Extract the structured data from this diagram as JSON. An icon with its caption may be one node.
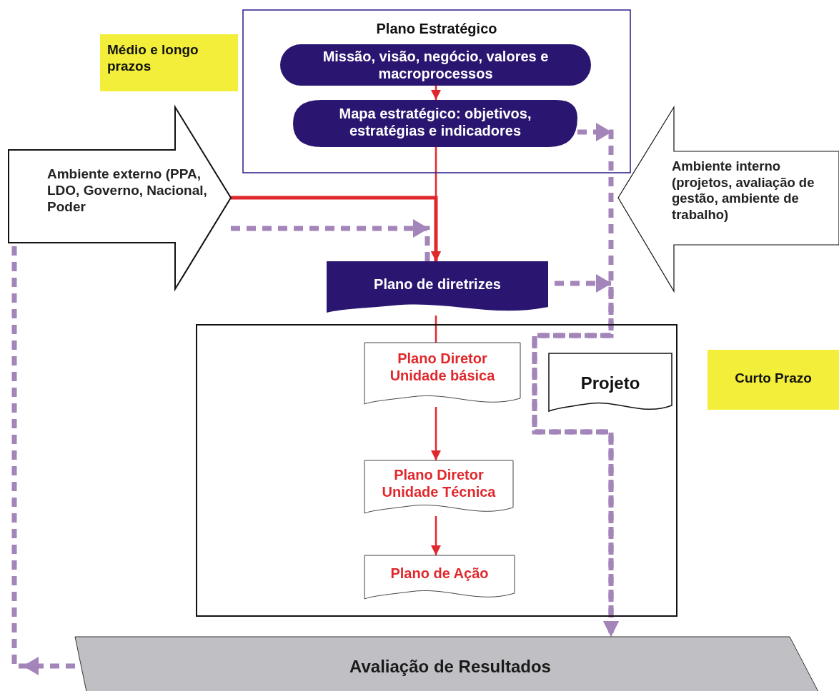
{
  "diagram": {
    "nodes": [
      {
        "text": [
          "Plano Estratégico"
        ]
      },
      {
        "text": [
          "Missão, visão, negócio, valores e macroprocessos"
        ],
        "in": 0
      },
      {
        "text": [
          "Mapa estratégico: objetivos, estratégias e indicadores"
        ],
        "in": 0
      },
      {
        "text": [
          "Médio e longo prazos"
        ]
      },
      {
        "text": [
          "Ambiente externo (PPA, LDO, Governo, Nacional, Poder"
        ]
      },
      {
        "text": [
          "Ambiente interno (projetos, avaliação de gestão, ambiente de trabalho)"
        ]
      },
      {
        "text": [
          "Plano de diretrizes"
        ]
      },
      {
        "text": [],
        "shape": "box"
      },
      {
        "text": [
          "Plano Diretor Unidade básica"
        ],
        "in": 7
      },
      {
        "text": [
          "Projeto"
        ],
        "in": 7
      },
      {
        "text": [
          "Plano Diretor Unidade Técnica"
        ],
        "in": 7
      },
      {
        "text": [
          "Plano de Ação"
        ],
        "in": 7
      },
      {
        "text": [
          "Curto Prazo"
        ]
      },
      {
        "text": [
          "Avaliação de Resultados"
        ]
      }
    ],
    "edges": [
      {
        "from": 1,
        "to": 2,
        "arrow": "to"
      },
      {
        "from": 2,
        "to": 6,
        "arrow": "to"
      },
      {
        "from": 4,
        "to": 6,
        "arrow": "to",
        "style": "thick"
      },
      {
        "from": 4,
        "to": 6,
        "arrow": "to",
        "style": "dashed",
        "color": "#a385b9"
      },
      {
        "from": 2,
        "to": 13,
        "arrow": "to",
        "style": "dashed",
        "color": "#a385b9"
      },
      {
        "from": 6,
        "to": 13,
        "arrow": "to",
        "style": "dashed",
        "color": "#a385b9"
      },
      {
        "from": 13,
        "to": 4,
        "arrow": "to",
        "style": "dashed",
        "color": "#a385b9"
      },
      {
        "from": 6,
        "to": 8,
        "arrow": "none"
      },
      {
        "from": 8,
        "to": 10,
        "arrow": "to"
      },
      {
        "from": 10,
        "to": 11,
        "arrow": "to"
      }
    ]
  }
}
